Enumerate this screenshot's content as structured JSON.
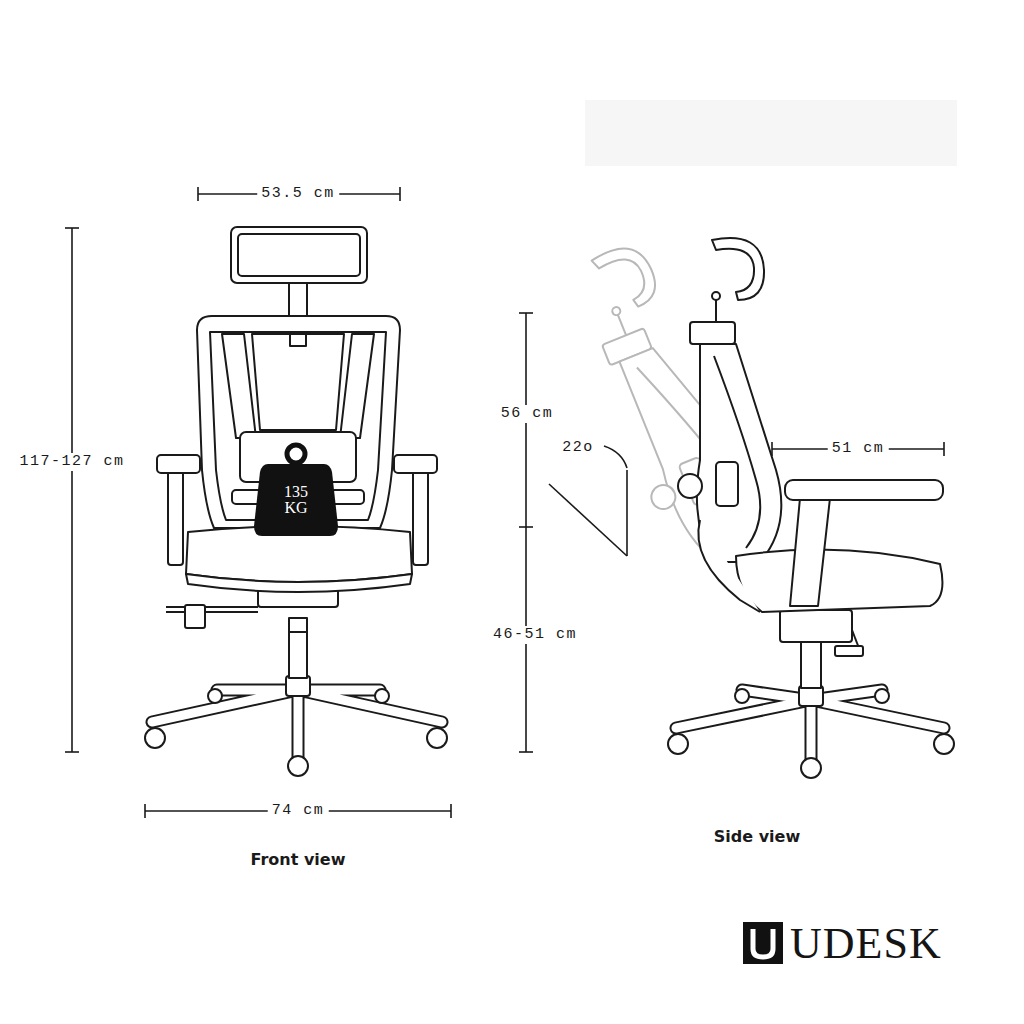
{
  "diagram": {
    "nodes": [
      {
        "text": [
          "135 KG"
        ]
      }
    ],
    "labels": [
      "53.5 cm",
      "117-127 cm",
      "56 cm",
      "22o",
      "51 cm",
      "46-51 cm",
      "74 cm",
      "Front view",
      "Side view",
      "UDESK"
    ]
  }
}
